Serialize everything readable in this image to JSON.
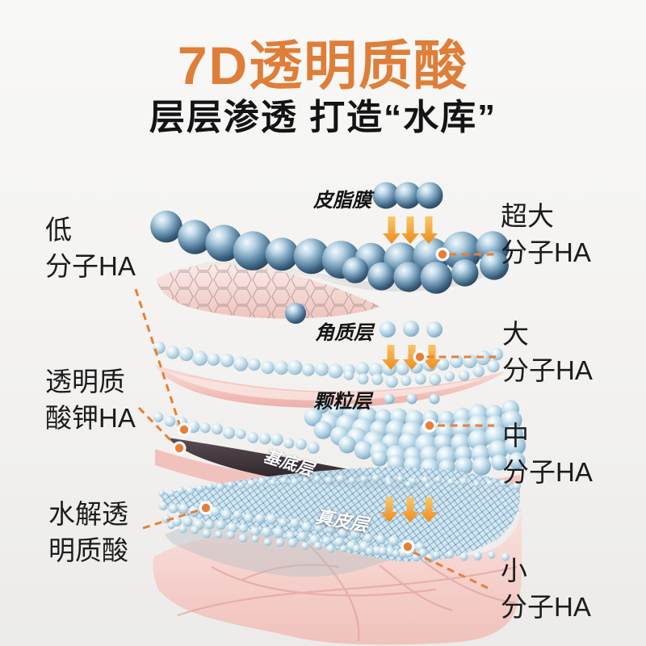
{
  "title": "7D透明质酸",
  "subtitle": "层层渗透 打造“水库”",
  "colors": {
    "accent": "#de7e38",
    "dash_orange": "#e87f35",
    "arrow_top": "#f9c766",
    "arrow_bottom": "#ee8a1f",
    "text": "#1c1c1c",
    "sphere_dark_blue": "#24425c",
    "bead_light_blue": "#9fc4d9",
    "skin_pink": "#f3c5bf"
  },
  "layer_tags": {
    "sebum": "皮脂膜",
    "stratum_corneum": "角质层",
    "granular": "颗粒层",
    "basal": "基底层",
    "dermis": "真皮层"
  },
  "left_labels": [
    {
      "id": "low-molecular-ha",
      "line1": "低",
      "line2": "分子HA"
    },
    {
      "id": "potassium-hyaluronate-ha",
      "line1": "透明质",
      "line2": "酸钾HA"
    },
    {
      "id": "hydrolyzed-hyaluronic-acid",
      "line1": "水解透",
      "line2": "明质酸"
    }
  ],
  "right_labels": [
    {
      "id": "ultra-large-molecular-ha",
      "line1": "超大",
      "line2": "分子HA"
    },
    {
      "id": "large-molecular-ha",
      "line1": "大",
      "line2": "分子HA"
    },
    {
      "id": "medium-molecular-ha",
      "line1": "中",
      "line2": "分子HA"
    },
    {
      "id": "small-molecular-ha",
      "line1": "小",
      "line2": "分子HA"
    }
  ]
}
